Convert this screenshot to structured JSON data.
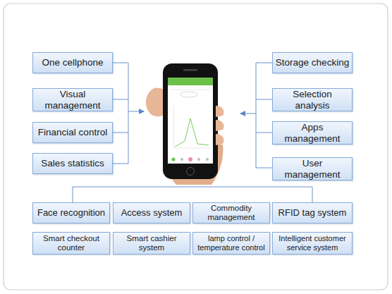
{
  "diagram": {
    "nodes": [
      {
        "text": [
          "One cellphone"
        ]
      },
      {
        "text": [
          "Visual management"
        ]
      },
      {
        "text": [
          "Financial control"
        ]
      },
      {
        "text": [
          "Sales statistics"
        ]
      },
      {
        "text": [
          "Storage checking"
        ]
      },
      {
        "text": [
          "Selection analysis"
        ]
      },
      {
        "text": [
          "Apps management"
        ]
      },
      {
        "text": [
          "User management"
        ]
      },
      {
        "text": [
          "Face recognition"
        ]
      },
      {
        "text": [
          "Access system"
        ]
      },
      {
        "text": [
          "Commodity management"
        ]
      },
      {
        "text": [
          "RFID tag system"
        ]
      },
      {
        "text": [
          "Smart checkout counter"
        ]
      },
      {
        "text": [
          "Smart cashier system"
        ]
      },
      {
        "text": [
          "lamp control / temperature control"
        ]
      },
      {
        "text": [
          "Intelligent customer service system"
        ]
      }
    ]
  }
}
